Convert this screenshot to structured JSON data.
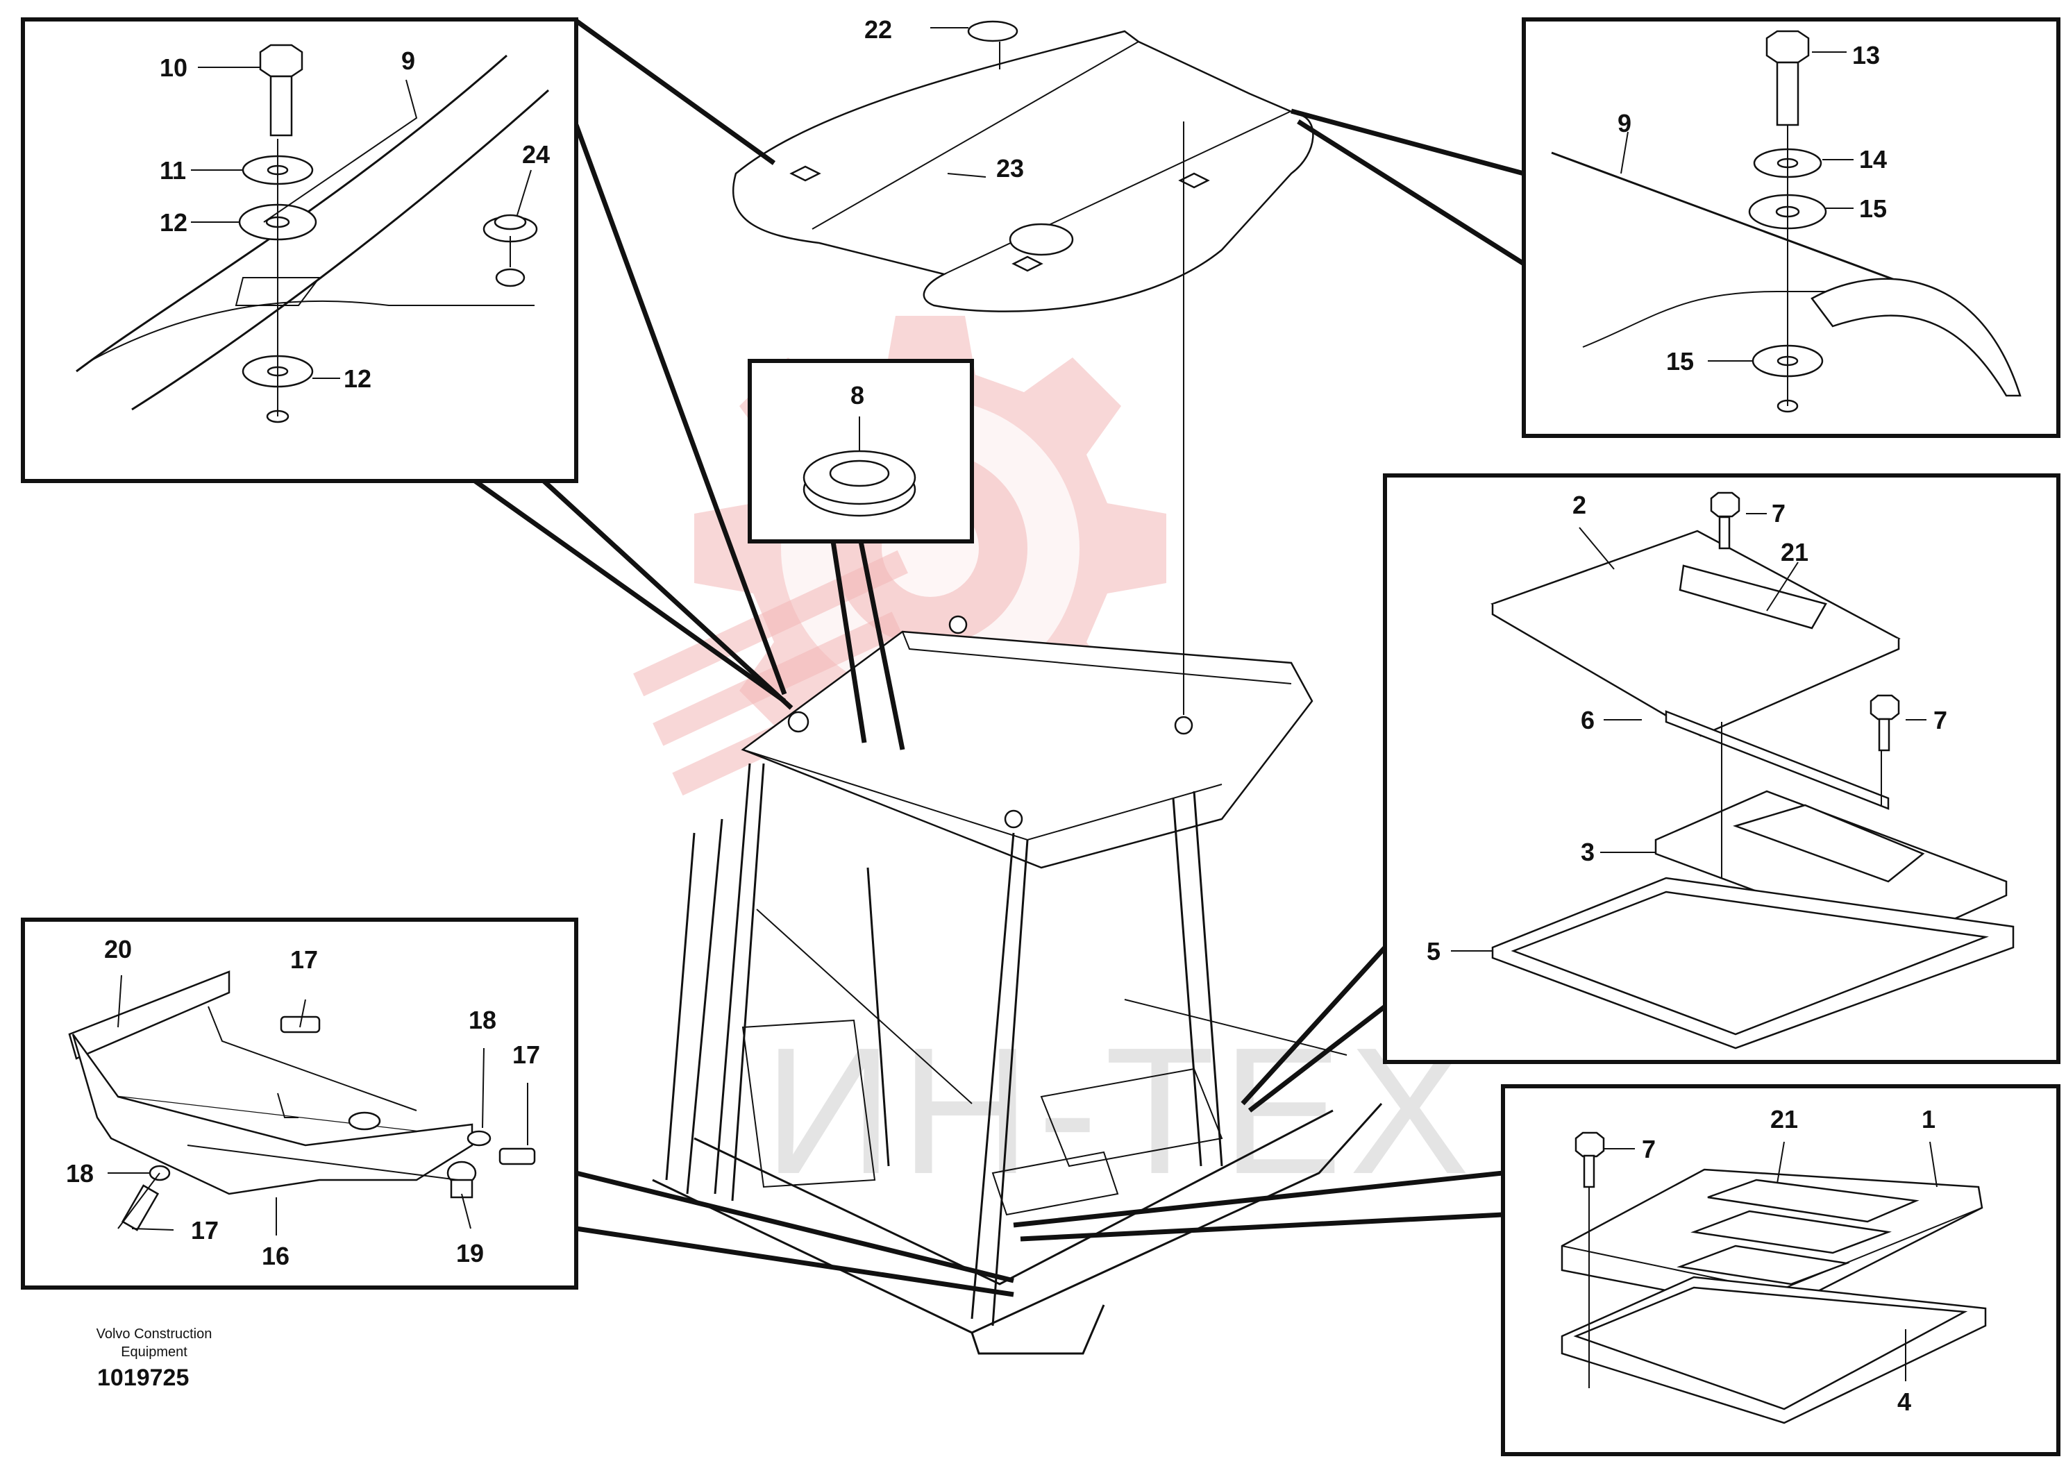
{
  "labels": {
    "p1": "1",
    "p2": "2",
    "p3": "3",
    "p4": "4",
    "p5": "5",
    "p6": "6",
    "p7a": "7",
    "p7b": "7",
    "p7c": "7",
    "p8": "8",
    "p9a": "9",
    "p9b": "9",
    "p10": "10",
    "p11": "11",
    "p12a": "12",
    "p12b": "12",
    "p13": "13",
    "p14": "14",
    "p15a": "15",
    "p15b": "15",
    "p16": "16",
    "p17a": "17",
    "p17b": "17",
    "p17c": "17",
    "p18a": "18",
    "p18b": "18",
    "p19": "19",
    "p20": "20",
    "p21a": "21",
    "p21b": "21",
    "p22": "22",
    "p23": "23",
    "p24": "24"
  },
  "footer": {
    "line1": "Volvo Construction",
    "line2": "Equipment",
    "number": "1019725"
  },
  "watermark": {
    "text": "ИН-ТЕХ",
    "color": "#f3b6b6"
  }
}
